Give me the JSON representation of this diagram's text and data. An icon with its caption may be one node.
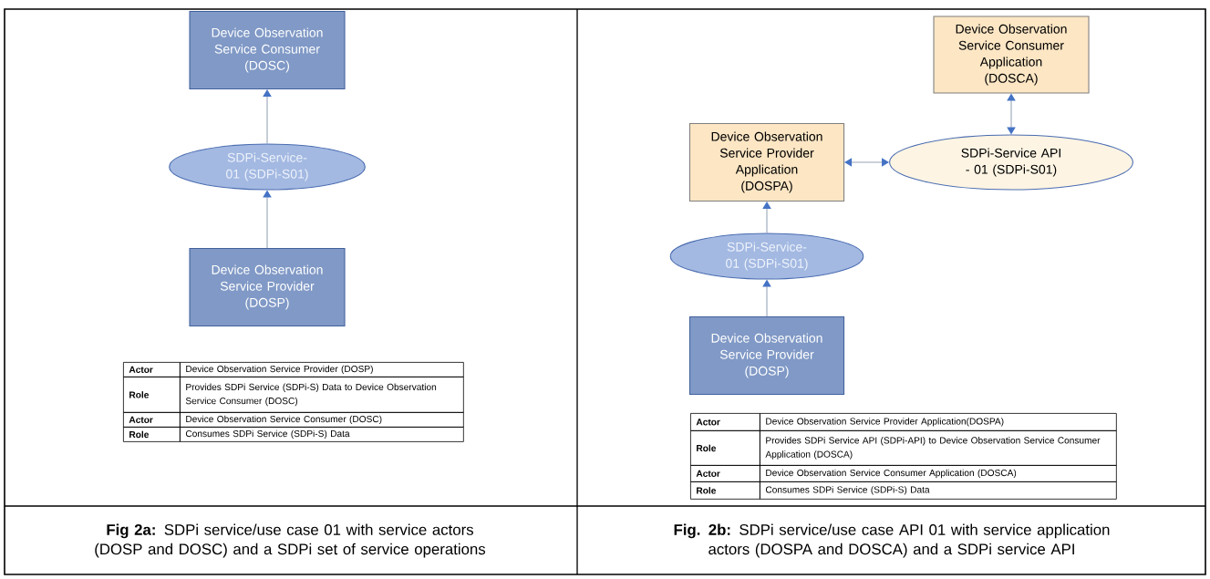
{
  "diagram": {
    "nodes": [
      {
        "text": [
          "Device Observation Service Consumer (DOSC)"
        ]
      },
      {
        "text": [
          "SDPi-Service-01 (SDPi-S01)"
        ]
      },
      {
        "text": [
          "Device Observation Service Provider (DOSP)"
        ]
      },
      {
        "text": [
          "Device Observation Service Consumer Application (DOSCA)"
        ]
      },
      {
        "text": [
          "Device Observation Service Provider Application (DOSPA)"
        ]
      },
      {
        "text": [
          "SDPi-Service API - 01 (SDPi-S01)"
        ]
      },
      {
        "text": [
          "SDPi-Service-01 (SDPi-S01)"
        ]
      },
      {
        "text": [
          "Device Observation Service Provider (DOSP)"
        ]
      }
    ],
    "edges": [
      {
        "from": 1,
        "to": 0,
        "arrow": "to"
      },
      {
        "from": 2,
        "to": 1,
        "arrow": "to"
      },
      {
        "from": 3,
        "to": 5,
        "arrow": "both"
      },
      {
        "from": 4,
        "to": 5,
        "arrow": "both"
      },
      {
        "from": 6,
        "to": 4,
        "arrow": "to"
      },
      {
        "from": 7,
        "to": 6,
        "arrow": "to"
      }
    ],
    "labels": [
      "Actor",
      "Device Observation Service Provider (DOSP)",
      "Role",
      "Provides SDPi Service (SDPi-S) Data to Device Observation Service Consumer (DOSC)",
      "Actor",
      "Device Observation Service Consumer (DOSC)",
      "Role",
      "Consumes SDPi Service (SDPi-S) Data",
      "Actor",
      "Device Observation Service Provider Application(DOSPA)",
      "Role",
      "Provides SDPi Service API (SDPi-API) to Device Observation Service Consumer Application (DOSCA)",
      "Actor",
      "Device Observation Service Consumer Application (DOSCA)",
      "Role",
      "Consumes SDPi Service (SDPi-S) Data",
      "**Fig 2a:** SDPi service/use case 01 with service actors (DOSP and DOSC) and a SDPi set of service operations",
      "**Fig. 2b:** SDPi service/use case API 01 with service application actors (DOSPA and DOSCA) and a SDPi service API"
    ]
  }
}
